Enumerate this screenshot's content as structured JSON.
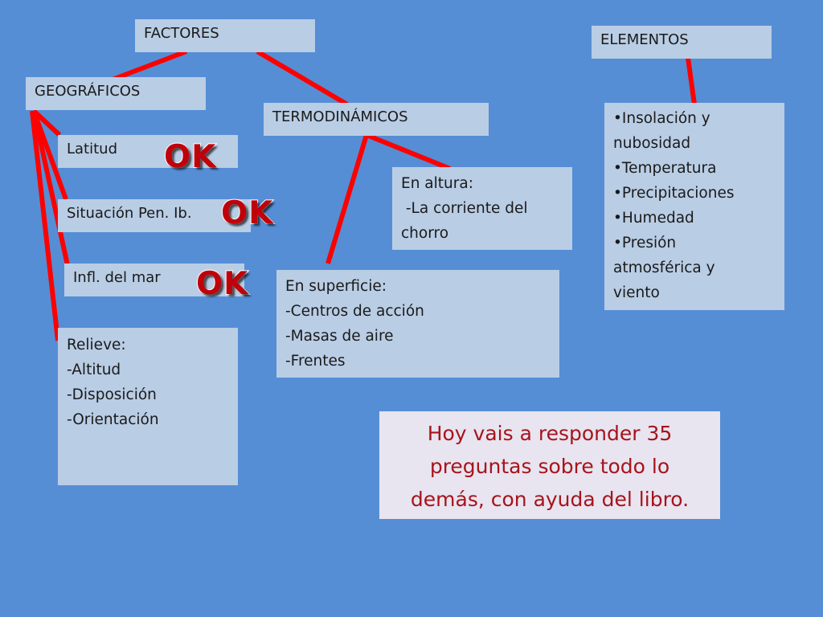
{
  "colors": {
    "background": "#558ed5",
    "box_fill": "#b9cde5",
    "connector": "#ff0000",
    "ok_mark": "#c0000a",
    "note_text": "#a6141b",
    "note_fill": "#e8e4f0"
  },
  "factores": {
    "label": "FACTORES"
  },
  "elementos": {
    "label": "ELEMENTOS",
    "items": [
      "•Insolación y",
      "nubosidad",
      "•Temperatura",
      "•Precipitaciones",
      "•Humedad",
      "•Presión",
      "atmosférica y",
      "viento"
    ]
  },
  "geograficos": {
    "label": "GEOGRÁFICOS",
    "latitud": "Latitud",
    "situacion": "Situación Pen. Ib.",
    "infl_mar": "Infl. del mar",
    "relieve": [
      "Relieve:",
      "",
      "-Altitud",
      "-Disposición",
      "-Orientación"
    ]
  },
  "termodinamicos": {
    "label": "TERMODINÁMICOS",
    "altura": [
      "En altura:",
      " -La corriente del",
      "chorro"
    ],
    "superficie": [
      "En superficie:",
      "-Centros de acción",
      "-Masas de aire",
      "-Frentes"
    ]
  },
  "ok_marks": [
    "OK",
    "OK",
    "OK"
  ],
  "note": {
    "lines": [
      "Hoy vais a responder 35",
      "preguntas sobre todo lo",
      "demás, con ayuda del libro."
    ]
  }
}
